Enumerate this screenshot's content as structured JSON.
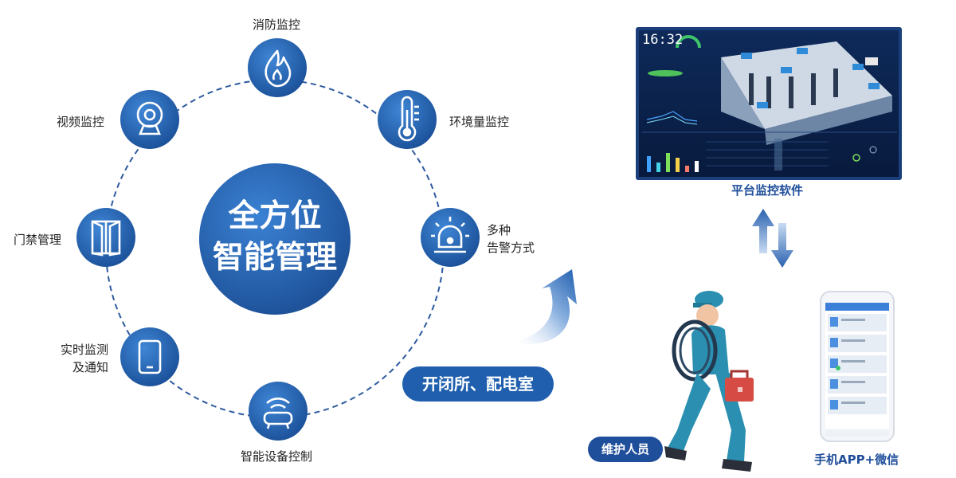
{
  "center": {
    "line1": "全方位",
    "line2": "智能管理"
  },
  "nodes": [
    {
      "id": "fire",
      "label": "消防监控",
      "icon": "flame-icon"
    },
    {
      "id": "env",
      "label": "环境量监控",
      "icon": "thermometer-icon"
    },
    {
      "id": "alarm",
      "label_lines": [
        "多种",
        "告警方式"
      ],
      "icon": "siren-icon"
    },
    {
      "id": "smart",
      "label": "智能设备控制",
      "icon": "smart-device-icon"
    },
    {
      "id": "realtime",
      "label_lines": [
        "实时监测",
        "及通知"
      ],
      "icon": "phone-icon"
    },
    {
      "id": "door",
      "label": "门禁管理",
      "icon": "door-icon"
    },
    {
      "id": "video",
      "label": "视频监控",
      "icon": "camera-icon"
    }
  ],
  "room_pill": "开闭所、配电室",
  "platform": {
    "label": "平台监控软件",
    "clock": "16:32"
  },
  "maintenance": {
    "label": "维护人员"
  },
  "mobile": {
    "label": "手机APP+微信"
  },
  "colors": {
    "primary": "#1f5fae",
    "dark": "#174a8a",
    "line": "#2d5aa0",
    "caption": "#1f4e9a"
  }
}
